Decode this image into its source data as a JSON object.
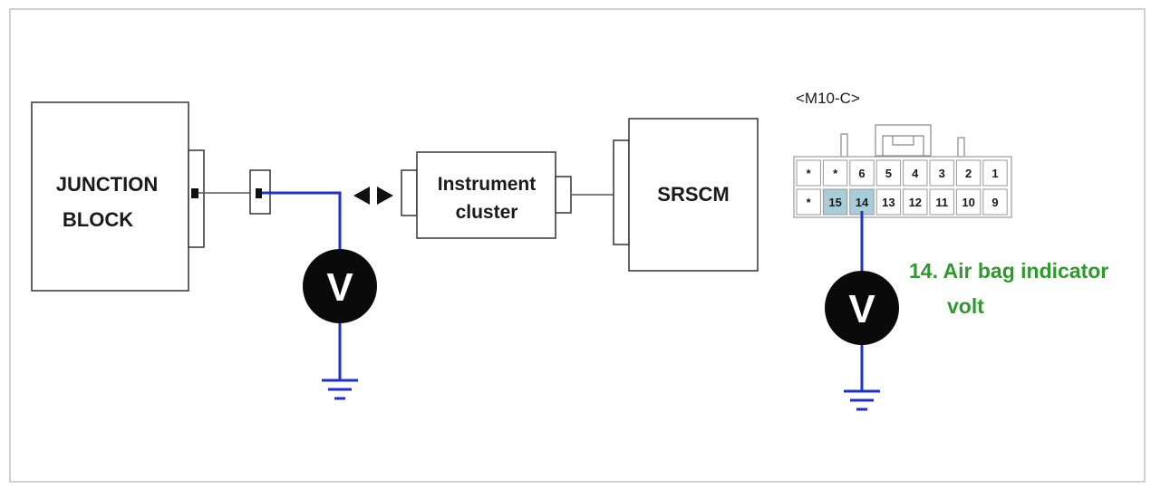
{
  "blocks": {
    "junction_block": {
      "line1": "JUNCTION",
      "line2": "BLOCK"
    },
    "instrument_cluster": {
      "line1": "Instrument",
      "line2": "cluster"
    },
    "srscm": {
      "label": "SRSCM"
    }
  },
  "meter": {
    "symbol": "V"
  },
  "connector": {
    "name": "<M10-C>",
    "row1": [
      "*",
      "*",
      "6",
      "5",
      "4",
      "3",
      "2",
      "1"
    ],
    "row2": [
      "*",
      "15",
      "14",
      "13",
      "12",
      "11",
      "10",
      "9"
    ],
    "highlighted_pins": [
      "15",
      "14"
    ],
    "measured_pin": "14"
  },
  "annotation": {
    "line1": "14. Air bag indicator",
    "line2": "volt"
  },
  "colors": {
    "wire": "#1f2fd0",
    "annotation": "#2e9a2e",
    "pin_highlight": "#a8cdd8",
    "meter": "#0a0a0a"
  }
}
